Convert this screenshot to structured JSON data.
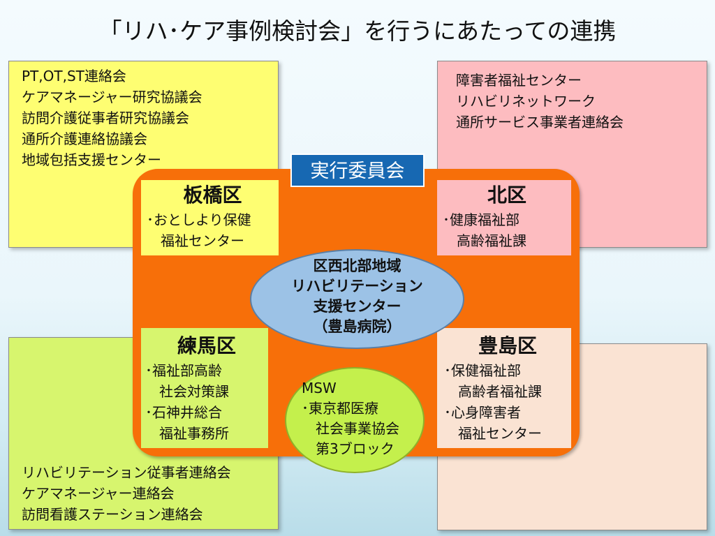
{
  "title": "「リハ･ケア事例検討会」を行うにあたっての連携",
  "top_left": [
    "PT,OT,ST連絡会",
    "ケアマネージャー研究協議会",
    "訪問介護従事者研究協議会",
    "通所介護連絡協議会",
    "地域包括支援センター"
  ],
  "top_right": [
    "障害者福祉センター",
    "リハビリネットワーク",
    "通所サービス事業者連絡会"
  ],
  "bottom_left": [
    "リハビリテーション従事者連絡会",
    "ケアマネージャー連絡会",
    "訪問看護ステーション連絡会"
  ],
  "committee": "実行委員会",
  "wards": {
    "itabashi": {
      "name": "板橋区",
      "lines": [
        "･おとしより保健",
        "　福祉センター"
      ]
    },
    "kita": {
      "name": "北区",
      "lines": [
        "･健康福祉部",
        "　高齢福祉課"
      ]
    },
    "nerima": {
      "name": "練馬区",
      "lines": [
        "･福祉部高齢",
        "　社会対策課",
        "･石神井総合",
        "　福祉事務所"
      ]
    },
    "toshima": {
      "name": "豊島区",
      "lines": [
        "･保健福祉部",
        "　高齢者福祉課",
        "･心身障害者",
        "　福祉センター"
      ]
    }
  },
  "hub": [
    "区西北部地域",
    "リハビリテーション",
    "支援センター",
    "（豊島病院）"
  ],
  "msw": [
    "MSW",
    "･東京都医療",
    "　社会事業協会",
    "　第3ブロック"
  ],
  "colors": {
    "yellow": "#fefe72",
    "pink": "#fdbcc0",
    "green": "#d7f56e",
    "peach": "#fae3d3",
    "orange": "#f76f09",
    "blue": "#1768b2",
    "hub": "#9cc2e6",
    "msw": "#c4f04c"
  }
}
